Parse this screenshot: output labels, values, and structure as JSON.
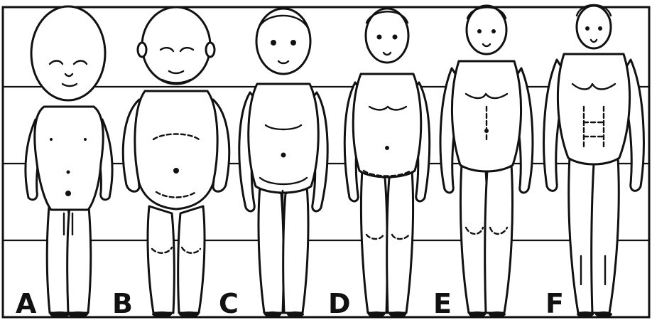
{
  "figures": [
    {
      "letter": "A"
    },
    {
      "letter": "B"
    },
    {
      "letter": "C"
    },
    {
      "letter": "D"
    },
    {
      "letter": "E"
    },
    {
      "letter": "F"
    }
  ],
  "colors": {
    "ink": "#111111",
    "paper": "#ffffff"
  }
}
